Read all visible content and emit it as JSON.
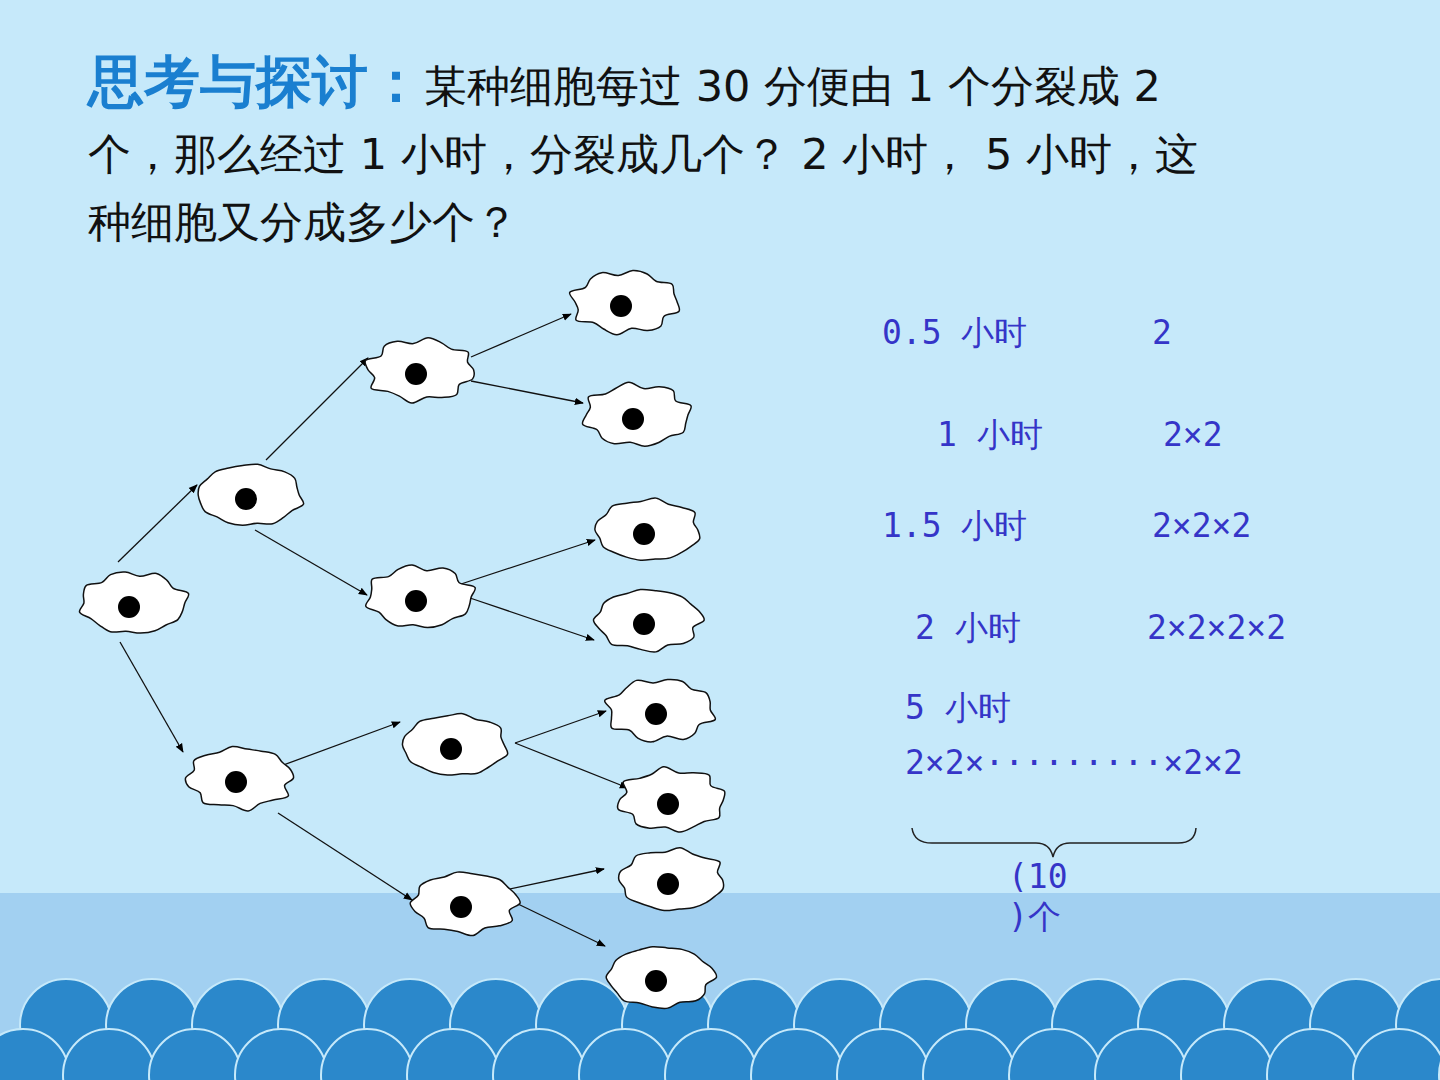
{
  "diagram": {
    "title": "思考与探讨：",
    "labels": [
      "某种细胞每过 30 分便由 1 个分裂成 2 个，那么经过 1 小时，分裂成几个？ 2 小时， 5 小时，这种细胞又分成多少个？",
      "0.5 小时",
      "2",
      "1 小时",
      "2×2",
      "1.5 小时",
      "2×2×2",
      "2 小时",
      "2×2×2×2",
      "5 小时",
      "2×2×·········×2×2",
      "(10 )个"
    ]
  }
}
